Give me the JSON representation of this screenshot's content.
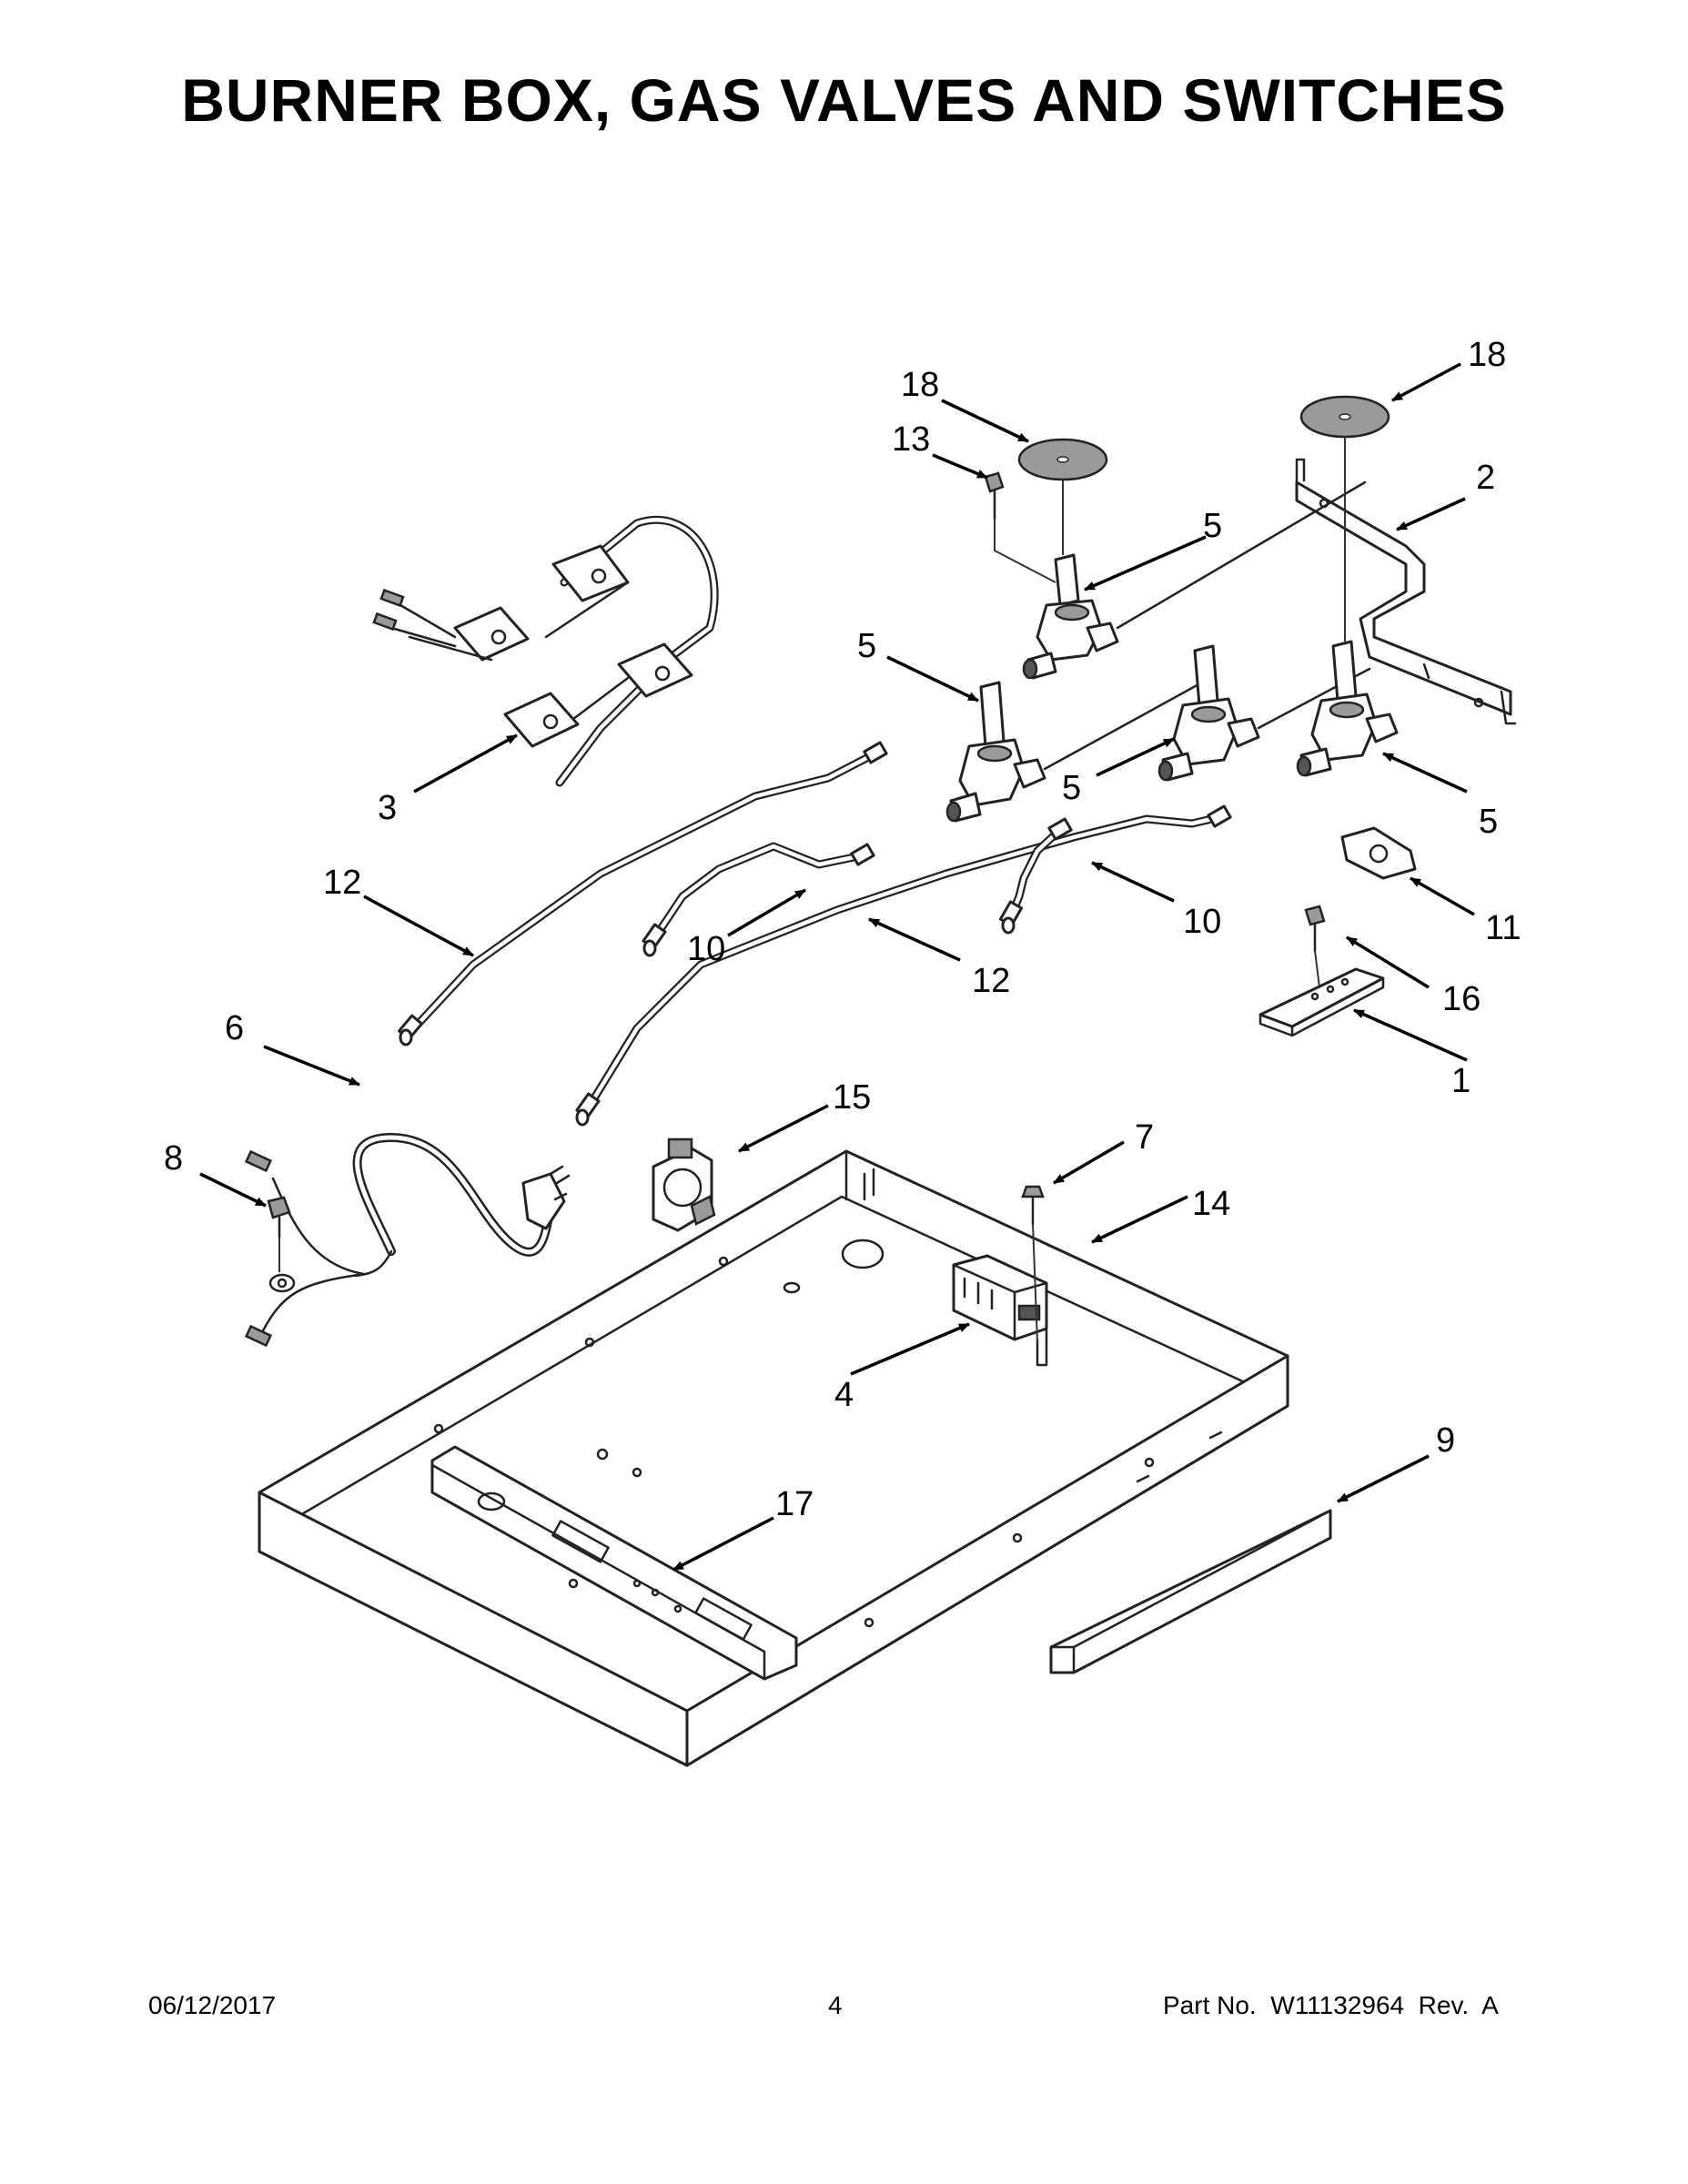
{
  "page": {
    "title": "BURNER BOX, GAS VALVES AND SWITCHES"
  },
  "callouts": [
    {
      "id": "c1",
      "label": "1"
    },
    {
      "id": "c2",
      "label": "2"
    },
    {
      "id": "c3",
      "label": "3"
    },
    {
      "id": "c4",
      "label": "4"
    },
    {
      "id": "c5a",
      "label": "5"
    },
    {
      "id": "c5b",
      "label": "5"
    },
    {
      "id": "c5c",
      "label": "5"
    },
    {
      "id": "c5d",
      "label": "5"
    },
    {
      "id": "c6",
      "label": "6"
    },
    {
      "id": "c7",
      "label": "7"
    },
    {
      "id": "c8",
      "label": "8"
    },
    {
      "id": "c9",
      "label": "9"
    },
    {
      "id": "c10a",
      "label": "10"
    },
    {
      "id": "c10b",
      "label": "10"
    },
    {
      "id": "c11",
      "label": "11"
    },
    {
      "id": "c12a",
      "label": "12"
    },
    {
      "id": "c12b",
      "label": "12"
    },
    {
      "id": "c13",
      "label": "13"
    },
    {
      "id": "c14",
      "label": "14"
    },
    {
      "id": "c15",
      "label": "15"
    },
    {
      "id": "c16",
      "label": "16"
    },
    {
      "id": "c17",
      "label": "17"
    },
    {
      "id": "c18a",
      "label": "18"
    },
    {
      "id": "c18b",
      "label": "18"
    }
  ],
  "footer": {
    "date": "06/12/2017",
    "page_number": "4",
    "part_number": "Part No.  W11132964  Rev.  A"
  }
}
